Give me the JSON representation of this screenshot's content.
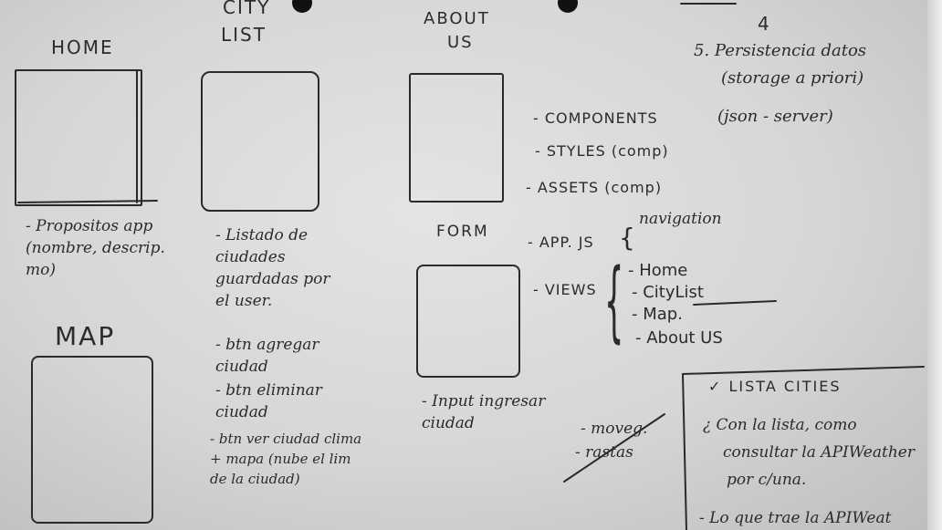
{
  "sketch": {
    "screens": {
      "home": {
        "title": "HOME",
        "note": "- Propositos app (nombre, descrip. mo)"
      },
      "city_list": {
        "title_line1": "CITY",
        "title_line2": "LIST",
        "note_list": "- Listado de ciudades guardadas por el user.",
        "note_btn_add": "- btn agregar ciudad",
        "note_btn_remove": "- btn eliminar ciudad",
        "note_btn_view": "- btn ver ciudad clima + mapa (nube el lim de la ciudad)"
      },
      "about_us": {
        "title_line1": "ABOUT",
        "title_line2": "US"
      },
      "form": {
        "title": "FORM",
        "note": "- Input ingresar ciudad"
      },
      "map": {
        "title": "MAP"
      }
    },
    "structure": {
      "components": "- COMPONENTS",
      "styles": "- STYLES (comp)",
      "assets": "- ASSETS (comp)",
      "app_js": "- APP. JS",
      "navigation": "navigation",
      "views": "- VIEWS",
      "view_items": [
        "- Home",
        "- CityList",
        "- Map.",
        "- About US"
      ]
    },
    "crossed_notes": [
      "- moveg.",
      "- rastas"
    ],
    "top_right": {
      "number": "4",
      "item5_line1": "5. Persistencia datos",
      "item5_line2": "(storage a priori)",
      "item5_line3": "(json - server)"
    },
    "lista_cities": {
      "title": "✓ LISTA CITIES",
      "q_line1": "¿ Con la lista, como",
      "q_line2": "consultar la APIWeather",
      "q_line3": "por c/una.",
      "bottom": "- Lo que trae la APIWeat"
    }
  }
}
